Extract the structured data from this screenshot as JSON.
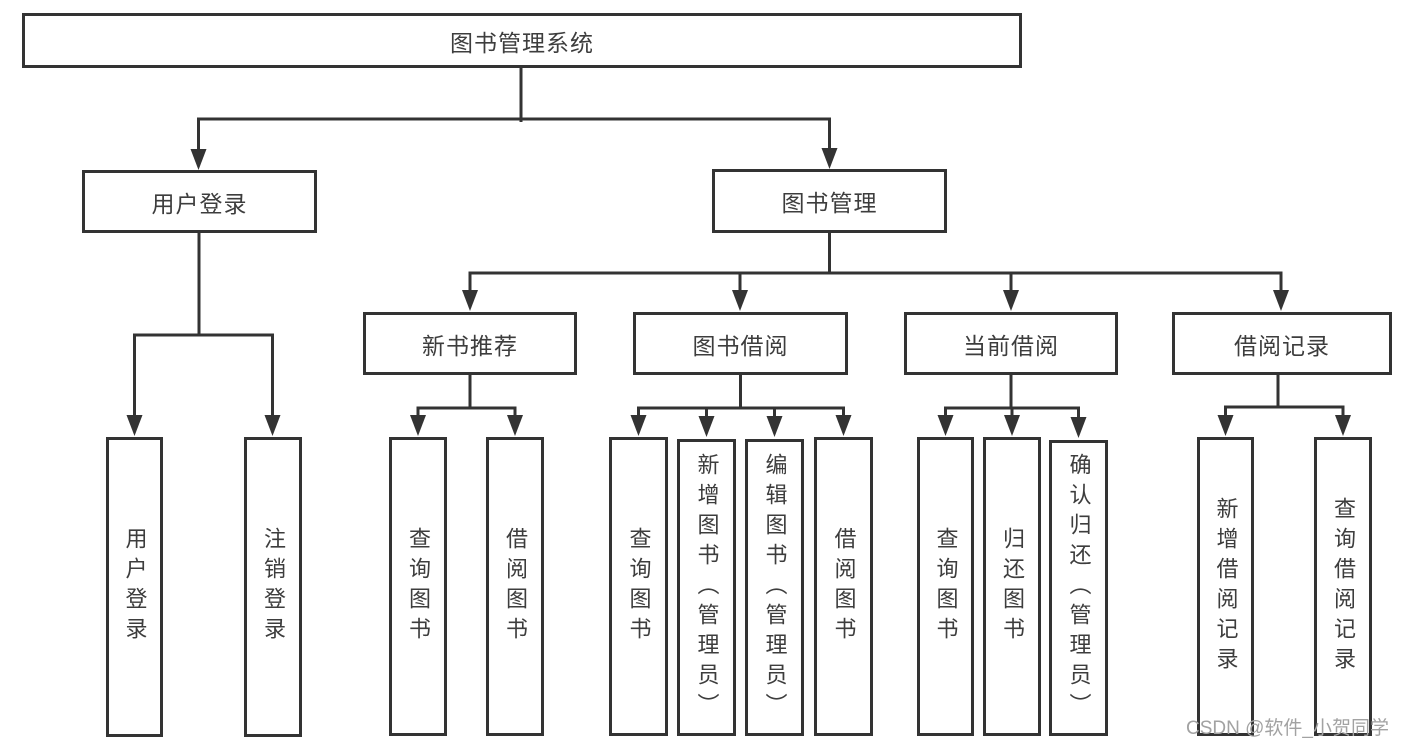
{
  "root": {
    "label": "图书管理系统"
  },
  "level2": [
    {
      "label": "用户登录"
    },
    {
      "label": "图书管理"
    }
  ],
  "level3": [
    {
      "label": "新书推荐",
      "parent": "图书管理"
    },
    {
      "label": "图书借阅",
      "parent": "图书管理"
    },
    {
      "label": "当前借阅",
      "parent": "图书管理"
    },
    {
      "label": "借阅记录",
      "parent": "图书管理"
    }
  ],
  "leaves": [
    {
      "label": "用户登录",
      "parent": "用户登录"
    },
    {
      "label": "注销登录",
      "parent": "用户登录"
    },
    {
      "label": "查询图书",
      "parent": "新书推荐"
    },
    {
      "label": "借阅图书",
      "parent": "新书推荐"
    },
    {
      "label": "查询图书",
      "parent": "图书借阅"
    },
    {
      "label": "新增图书（管理员）",
      "parent": "图书借阅"
    },
    {
      "label": "编辑图书（管理员）",
      "parent": "图书借阅"
    },
    {
      "label": "借阅图书",
      "parent": "图书借阅"
    },
    {
      "label": "查询图书",
      "parent": "当前借阅"
    },
    {
      "label": "归还图书",
      "parent": "当前借阅"
    },
    {
      "label": "确认归还（管理员）",
      "parent": "当前借阅"
    },
    {
      "label": "新增借阅记录",
      "parent": "借阅记录"
    },
    {
      "label": "查询借阅记录",
      "parent": "借阅记录"
    }
  ],
  "watermark": "CSDN @软件_小贺同学",
  "colors": {
    "line": "#333333",
    "text": "#3d3d3d",
    "background": "#ffffff",
    "watermark": "#a2a2a2"
  }
}
